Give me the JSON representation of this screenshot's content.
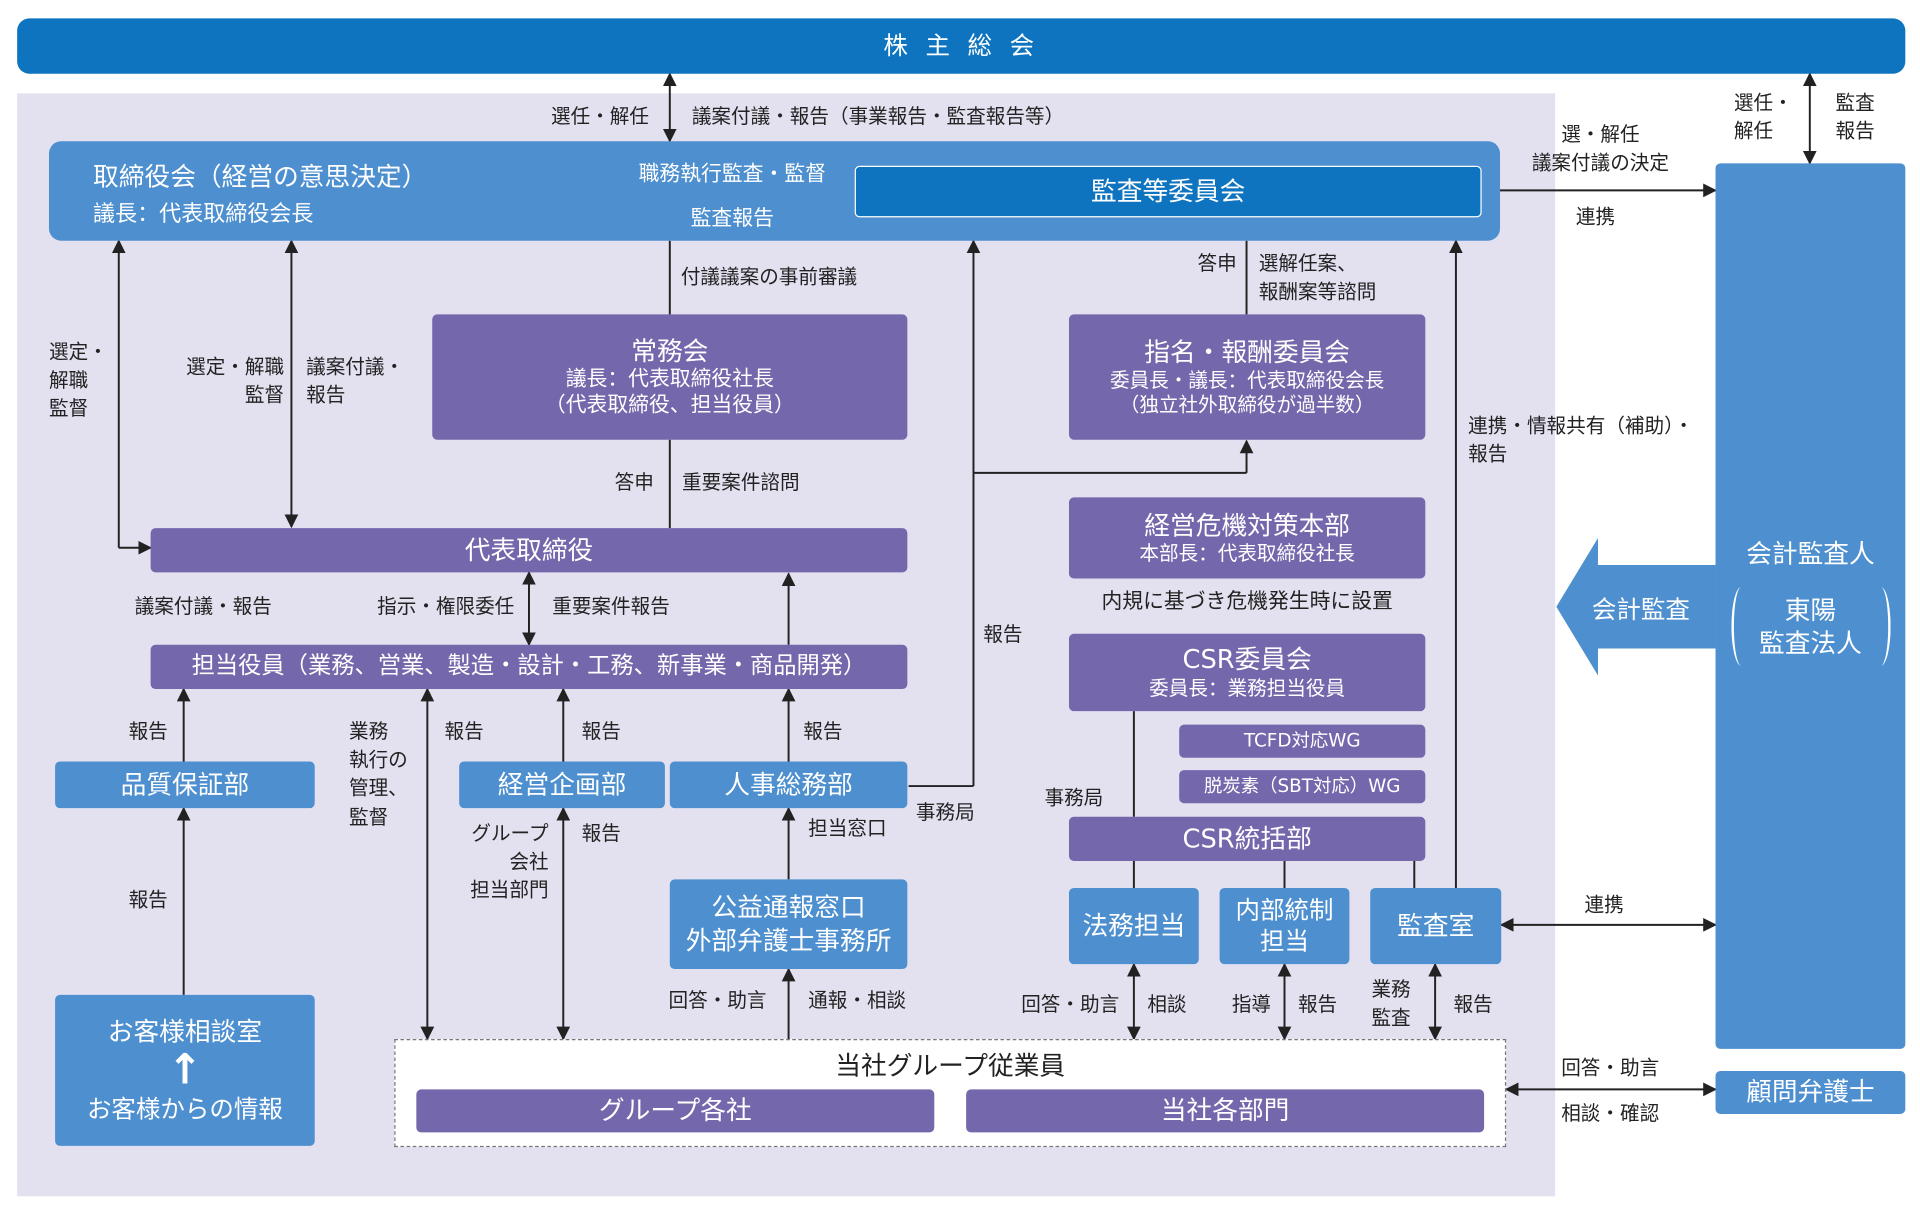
{
  "shareholders_meeting": "株 主 総 会",
  "board": {
    "title": "取締役会（経営の意思決定）",
    "chair": "議長：代表取締役会長"
  },
  "audit_committee": "監査等委員会",
  "board_audit_arrow": {
    "top": "職務執行監査・監督",
    "bottom": "監査報告"
  },
  "executive_committee": {
    "title": "常務会",
    "chair": "議長：代表取締役社長",
    "members": "（代表取締役、担当役員）"
  },
  "nomination_committee": {
    "title": "指名・報酬委員会",
    "chair": "委員長・議長：代表取締役会長",
    "members": "（独立社外取締役が過半数）"
  },
  "crisis_hq": {
    "title": "経営危機対策本部",
    "chief": "本部長：代表取締役社長"
  },
  "crisis_note": "内規に基づき危機発生時に設置",
  "csr_committee": {
    "title": "CSR委員会",
    "chair": "委員長：業務担当役員"
  },
  "tcfd_wg": "TCFD対応WG",
  "decarb_wg": "脱炭素（SBT対応）WG",
  "csr_dept": "CSR統括部",
  "legal": "法務担当",
  "internal_control": "内部統制\n担当",
  "audit_office": "監査室",
  "representative_director": "代表取締役",
  "officers": "担当役員（業務、営業、製造・設計・工務、新事業・商品開発）",
  "quality_dept": "品質保証部",
  "planning_dept": "経営企画部",
  "hr_dept": "人事総務部",
  "whistleblow": "公益通報窓口\n外部弁護士事務所",
  "customer": {
    "title": "お客様相談室",
    "arrow": "↑",
    "info": "お客様からの情報"
  },
  "employees": {
    "title": "当社グループ従業員",
    "groups": "グループ各社",
    "depts": "当社各部門"
  },
  "auditor": {
    "title": "会計監査人",
    "firm": "東陽\n監査法人"
  },
  "accounting_audit": "会計監査",
  "lawyer": "顧問弁護士",
  "labels": {
    "top_left": "選任・解任",
    "top_right": "議案付議・報告（事業報告・監査報告等）",
    "right_elect": "選任・\n解任",
    "right_report": "監査\n報告",
    "elect_decision": "選・解任\n議案付議の決定",
    "link1": "連携",
    "pre_review": "付議議案の事前審議",
    "answer1": "答申",
    "consult1": "選解任案、\n報酬案等諮問",
    "appoint_left": "選定・\n解職\n監督",
    "appoint_mid": "選定・解職\n監督",
    "propose": "議案付議・\n報告",
    "coop_info": "連携・情報共有（補助）・\n報告",
    "answer2": "答申",
    "consult2": "重要案件諮問",
    "propose_report": "議案付議・報告",
    "instruct": "指示・権限委任",
    "important_report": "重要案件報告",
    "report_mid": "報告",
    "report_q": "報告",
    "manage": "業務\n執行の\n管理、\n監督",
    "report_o1": "報告",
    "report_o2": "報告",
    "report_o3": "報告",
    "secretariat1": "事務局",
    "secretariat2": "事務局",
    "group_dept": "グループ\n会社\n担当部門",
    "report_p": "報告",
    "contact": "担当窓口",
    "report_cust": "報告",
    "link2": "連携",
    "ans_adv1": "回答・助言",
    "notify": "通報・相談",
    "ans_adv2": "回答・助言",
    "consult3": "相談",
    "guide": "指導",
    "report_ic": "報告",
    "biz_audit": "業務\n監査",
    "report_ao": "報告",
    "ans_adv3": "回答・助言",
    "consult_confirm": "相談・確認"
  }
}
